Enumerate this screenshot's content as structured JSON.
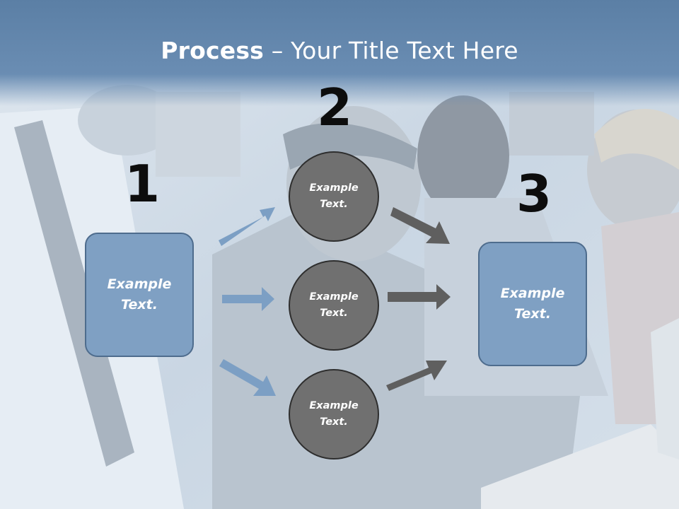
{
  "slide": {
    "title_bold": "Process",
    "title_rest": " – Your Title Text Here"
  },
  "steps": [
    {
      "number": "1",
      "text": "Example Text."
    },
    {
      "number": "2",
      "text": "Example Text."
    },
    {
      "number": "3",
      "text": "Example Text."
    }
  ],
  "middle_circles": [
    {
      "text": "Example Text."
    },
    {
      "text": "Example Text."
    },
    {
      "text": "Example Text."
    }
  ],
  "colors": {
    "title_band": "#5b7fa5",
    "box_fill": "#7fa0c3",
    "box_border": "#4e6c8d",
    "circle_fill": "#707070",
    "circle_border": "#2e2e2e",
    "arrow_blue": "#7c9fc4",
    "arrow_gray": "#5f5f5f"
  },
  "background": "photo-office-team"
}
